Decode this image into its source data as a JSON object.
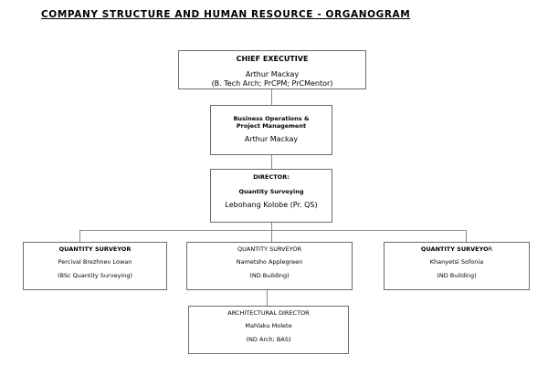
{
  "title": "COMPANY STRUCTURE AND HUMAN RESOURCE - ORGANOGRAM",
  "chief": {
    "role": "CHIEF EXECUTIVE",
    "name": "Arthur Mackay",
    "qual": "(B. Tech Arch; PrCPM; PrCMentor)"
  },
  "bizops": {
    "role_line1": "Business Operations &",
    "role_line2": "Project Management",
    "name": "Arthur Mackay"
  },
  "director": {
    "role": "DIRECTOR:",
    "dept": "Quantity Surveying",
    "name": "Lebohang Kolobe (Pr. QS)"
  },
  "qs_left": {
    "role": "QUANTITY SURVEYOR",
    "name": "Percival Brezhnev Lowan",
    "qual": "(BSc Quantity Surveying)"
  },
  "qs_mid": {
    "role": "QUANTITY SURVEYOR",
    "name": "Nametsho Applegreen",
    "qual": "(ND Building)"
  },
  "qs_right": {
    "role_bold": "QUANTITY SURVEYO",
    "role_tail": "R",
    "name": "Khanyetsi Sofonia",
    "qual": "(ND Building)"
  },
  "arch": {
    "role": "ARCHITECTURAL DIRECTOR",
    "name": "Mahlaku Molete",
    "qual": "(ND Arch; BAS)"
  }
}
